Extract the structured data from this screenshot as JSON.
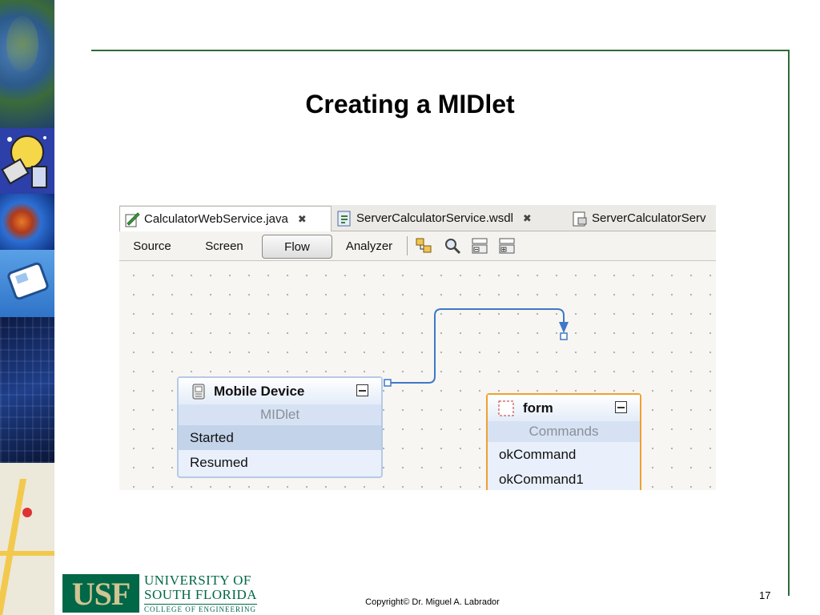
{
  "slide": {
    "title": "Creating a MIDlet",
    "copyright": "Copyright© Dr. Miguel A. Labrador",
    "page_number": "17"
  },
  "logo": {
    "mark": "USF",
    "line1": "UNIVERSITY OF",
    "line2": "SOUTH FLORIDA",
    "line3": "COLLEGE OF ENGINEERING"
  },
  "editor": {
    "tabs": [
      {
        "label": "CalculatorWebService.java",
        "icon": "java-file-icon",
        "close": "✖"
      },
      {
        "label": "ServerCalculatorService.wsdl",
        "icon": "wsdl-file-icon",
        "close": "✖"
      },
      {
        "label": "ServerCalculatorServ",
        "icon": "client-file-icon"
      }
    ],
    "toolbar": {
      "source": "Source",
      "screen": "Screen",
      "flow": "Flow",
      "analyzer": "Analyzer",
      "active": "Flow",
      "icons": [
        "design-components-icon",
        "zoom-icon",
        "collapse-all-icon",
        "expand-all-icon"
      ]
    }
  },
  "flow": {
    "mobile_device": {
      "title": "Mobile Device",
      "subtitle": "MIDlet",
      "rows": [
        "Started",
        "Resumed"
      ],
      "selected_row": "Started"
    },
    "form": {
      "title": "form",
      "subtitle": "Commands",
      "rows": [
        "okCommand",
        "okCommand1"
      ]
    },
    "colors": {
      "connector": "#3f78c8",
      "form_border": "#f0a030",
      "device_border": "#b7c9e6",
      "frame_line": "#2e6b3a",
      "usf_green": "#006747"
    }
  }
}
